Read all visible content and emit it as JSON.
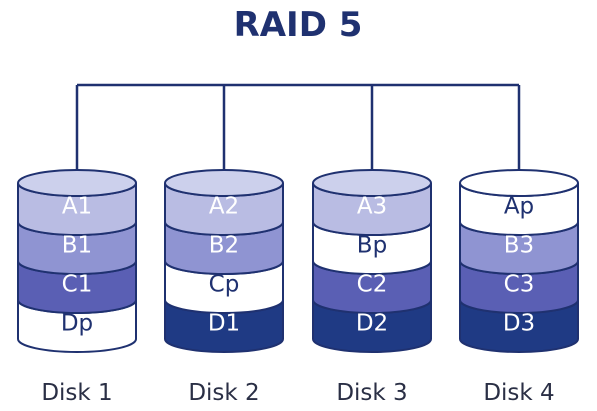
{
  "title": "RAID 5",
  "colors": {
    "stroke": "#1f3170",
    "text_dark": "#1f3170",
    "text_light": "#ffffff",
    "label": "#2a2f45",
    "levels": {
      "1": "#b9bce3",
      "2": "#8f94d2",
      "3": "#5a5fb4",
      "4": "#1f3a84"
    },
    "parity": "#ffffff",
    "top_cap": "#ccd0ec"
  },
  "disks": [
    {
      "label": "Disk 1",
      "segments": [
        {
          "text": "A1",
          "level": 1
        },
        {
          "text": "B1",
          "level": 2
        },
        {
          "text": "C1",
          "level": 3
        },
        {
          "text": "Dp",
          "level": 0
        }
      ]
    },
    {
      "label": "Disk 2",
      "segments": [
        {
          "text": "A2",
          "level": 1
        },
        {
          "text": "B2",
          "level": 2
        },
        {
          "text": "Cp",
          "level": 0
        },
        {
          "text": "D1",
          "level": 4
        }
      ]
    },
    {
      "label": "Disk 3",
      "segments": [
        {
          "text": "A3",
          "level": 1
        },
        {
          "text": "Bp",
          "level": 0
        },
        {
          "text": "C2",
          "level": 3
        },
        {
          "text": "D2",
          "level": 4
        }
      ]
    },
    {
      "label": "Disk 4",
      "segments": [
        {
          "text": "Ap",
          "level": 0
        },
        {
          "text": "B3",
          "level": 2
        },
        {
          "text": "C3",
          "level": 3
        },
        {
          "text": "D3",
          "level": 4
        }
      ]
    }
  ]
}
